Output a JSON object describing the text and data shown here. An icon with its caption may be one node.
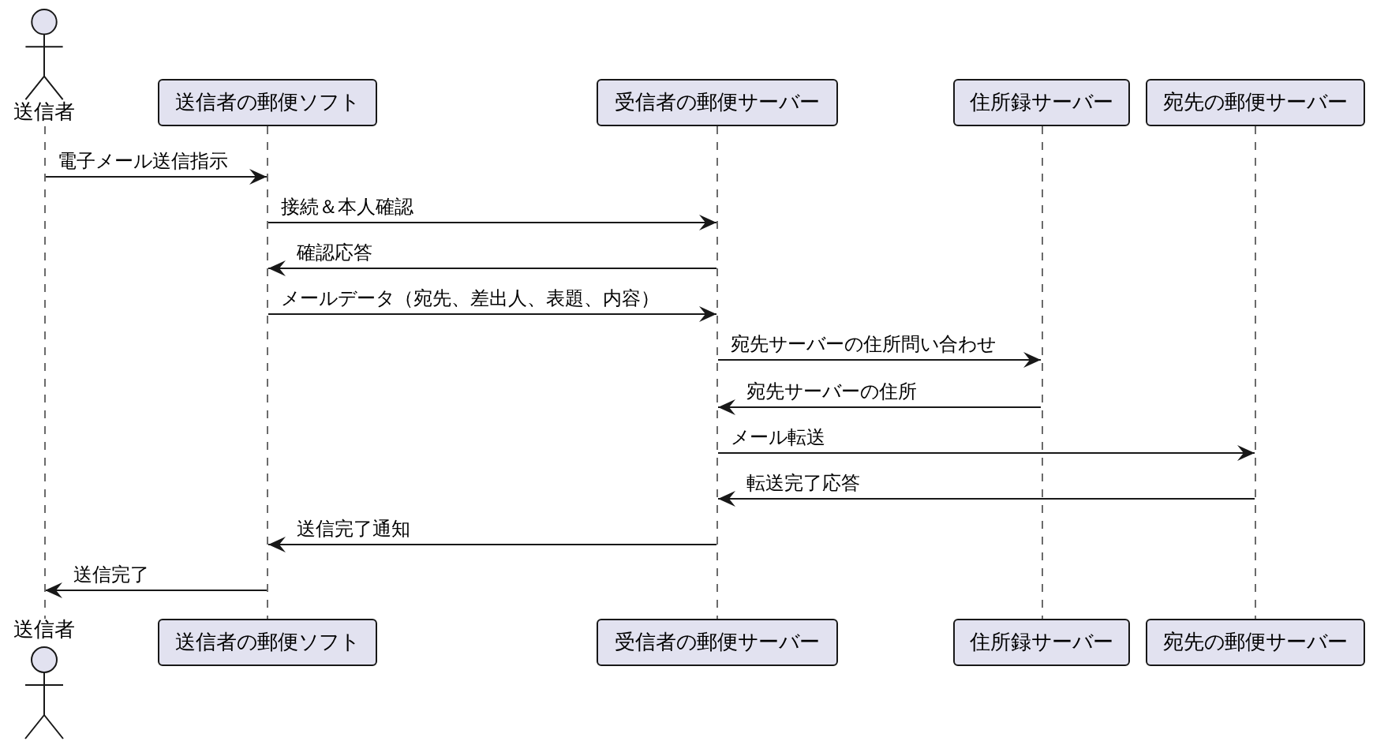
{
  "diagram": {
    "nodes": [
      {
        "text": [
          "送信者"
        ]
      },
      {
        "text": [
          "送信者の郵便ソフト"
        ]
      },
      {
        "text": [
          "受信者の郵便サーバー"
        ]
      },
      {
        "text": [
          "住所録サーバー"
        ]
      },
      {
        "text": [
          "宛先の郵便サーバー"
        ]
      },
      {
        "text": [],
        "shape": "line"
      },
      {
        "text": [],
        "shape": "line"
      },
      {
        "text": [],
        "shape": "line"
      },
      {
        "text": [],
        "shape": "line"
      },
      {
        "text": [],
        "shape": "line"
      },
      {
        "text": [
          "送信者"
        ]
      },
      {
        "text": [
          "送信者の郵便ソフト"
        ]
      },
      {
        "text": [
          "受信者の郵便サーバー"
        ]
      },
      {
        "text": [
          "住所録サーバー"
        ]
      },
      {
        "text": [
          "宛先の郵便サーバー"
        ]
      }
    ],
    "edges": [
      {
        "from": 5,
        "to": 6,
        "arrow": "to",
        "label": "電子メール送信指示"
      },
      {
        "from": 6,
        "to": 7,
        "arrow": "to",
        "label": "接続＆本人確認"
      },
      {
        "from": 7,
        "to": 6,
        "arrow": "to",
        "label": "確認応答"
      },
      {
        "from": 6,
        "to": 7,
        "arrow": "to",
        "label": "メールデータ（宛先、差出人、表題、内容）"
      },
      {
        "from": 7,
        "to": 8,
        "arrow": "to",
        "label": "宛先サーバーの住所問い合わせ"
      },
      {
        "from": 8,
        "to": 7,
        "arrow": "to",
        "label": "宛先サーバーの住所"
      },
      {
        "from": 7,
        "to": 9,
        "arrow": "to",
        "label": "メール転送"
      },
      {
        "from": 9,
        "to": 7,
        "arrow": "to",
        "label": "転送完了応答"
      },
      {
        "from": 7,
        "to": 6,
        "arrow": "to",
        "label": "送信完了通知"
      },
      {
        "from": 6,
        "to": 5,
        "arrow": "to",
        "label": "送信完了"
      }
    ]
  }
}
